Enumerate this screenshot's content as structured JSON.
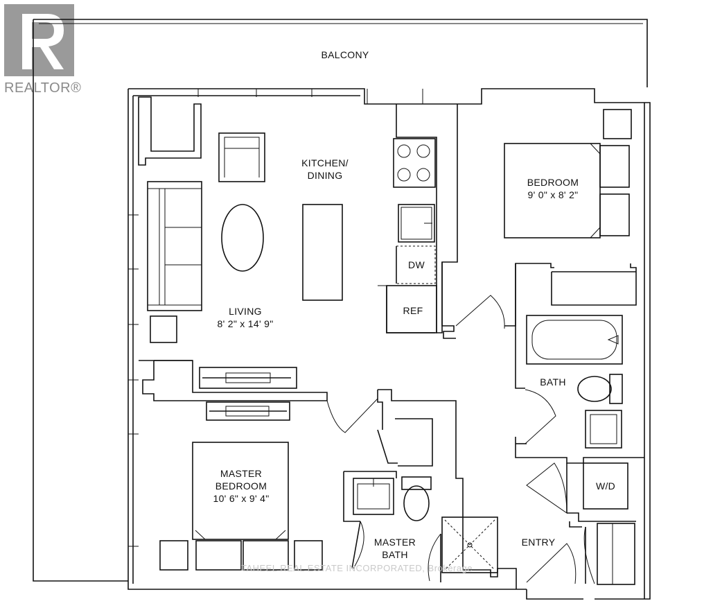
{
  "logo": {
    "text": "REALTOR®"
  },
  "rooms": {
    "balcony": {
      "name": "BALCONY"
    },
    "kitchen_dining": {
      "line1": "KITCHEN/",
      "line2": "DINING"
    },
    "living": {
      "name": "LIVING",
      "dims": "8' 2\" x 14' 9\""
    },
    "bedroom": {
      "name": "BEDROOM",
      "dims": "9' 0\" x 8' 2\""
    },
    "bath": {
      "name": "BATH"
    },
    "master_bedroom": {
      "line1": "MASTER",
      "line2": "BEDROOM",
      "dims": "10' 6\" x 9' 4\""
    },
    "master_bath": {
      "line1": "MASTER",
      "line2": "BATH"
    },
    "entry": {
      "name": "ENTRY"
    }
  },
  "appliances": {
    "dishwasher": "DW",
    "refrigerator": "REF",
    "washer_dryer": "W/D"
  },
  "watermark": {
    "text": "TAHEEL REAL ESTATE INCORPORATED, Brokerage"
  }
}
